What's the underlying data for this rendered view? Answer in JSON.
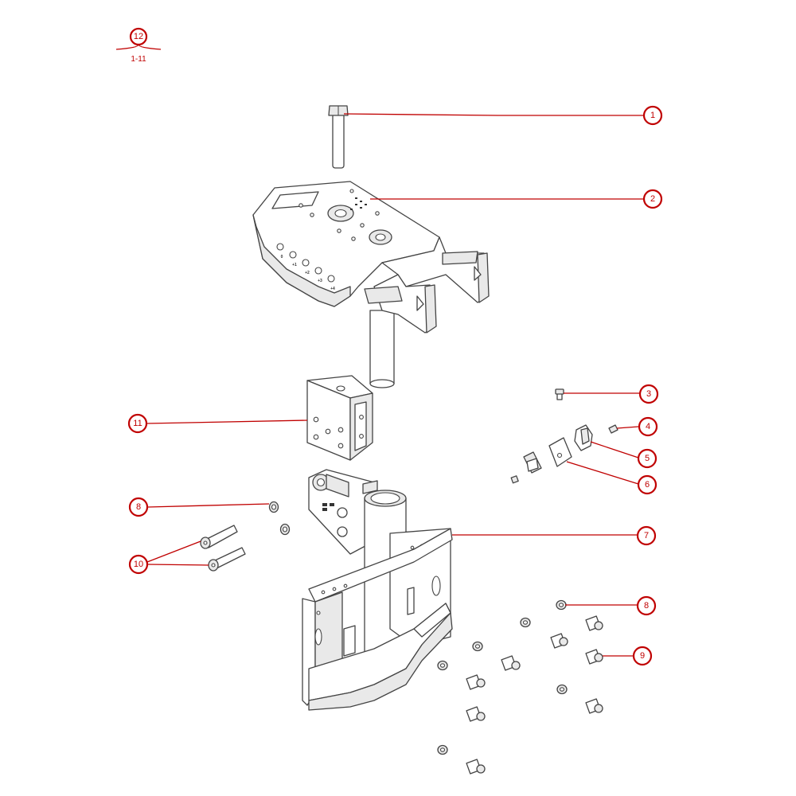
{
  "assembly_ref": {
    "number": "12",
    "range": "1-11"
  },
  "callouts": [
    {
      "id": "1",
      "label": "1"
    },
    {
      "id": "2",
      "label": "2"
    },
    {
      "id": "3",
      "label": "3"
    },
    {
      "id": "4",
      "label": "4"
    },
    {
      "id": "5",
      "label": "5"
    },
    {
      "id": "6",
      "label": "6"
    },
    {
      "id": "7",
      "label": "7"
    },
    {
      "id": "8a",
      "label": "8"
    },
    {
      "id": "8b",
      "label": "8"
    },
    {
      "id": "9",
      "label": "9"
    },
    {
      "id": "10",
      "label": "10"
    },
    {
      "id": "11",
      "label": "11"
    }
  ],
  "position_marks": [
    "0",
    "+1",
    "+2",
    "+3",
    "+4"
  ],
  "colors": {
    "callout": "#c00000",
    "line": "#444444"
  }
}
